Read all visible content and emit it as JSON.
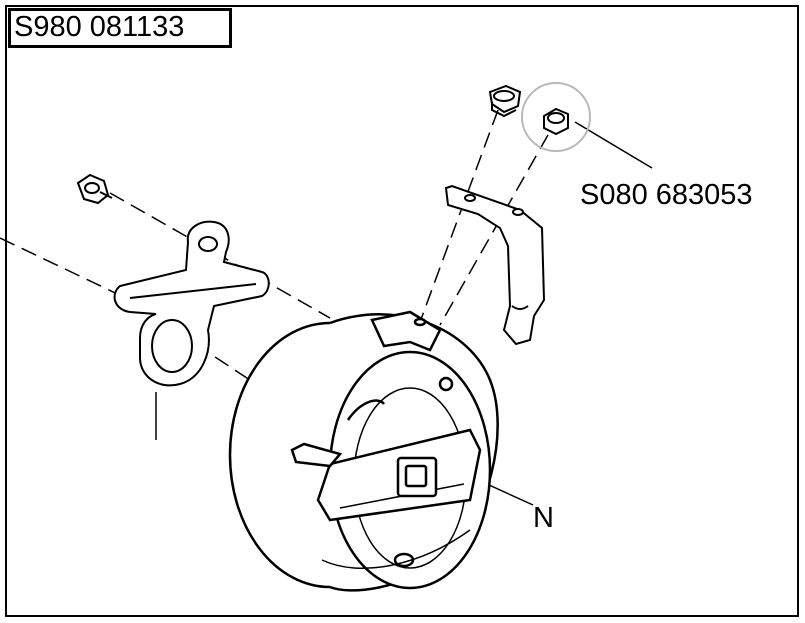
{
  "diagram": {
    "part_number": "S980 081133",
    "callout_screw": "S080 683053",
    "callout_n": "N"
  },
  "colors": {
    "line": "#000000",
    "highlight_circle": "#b9b9b9",
    "background": "#ffffff"
  }
}
